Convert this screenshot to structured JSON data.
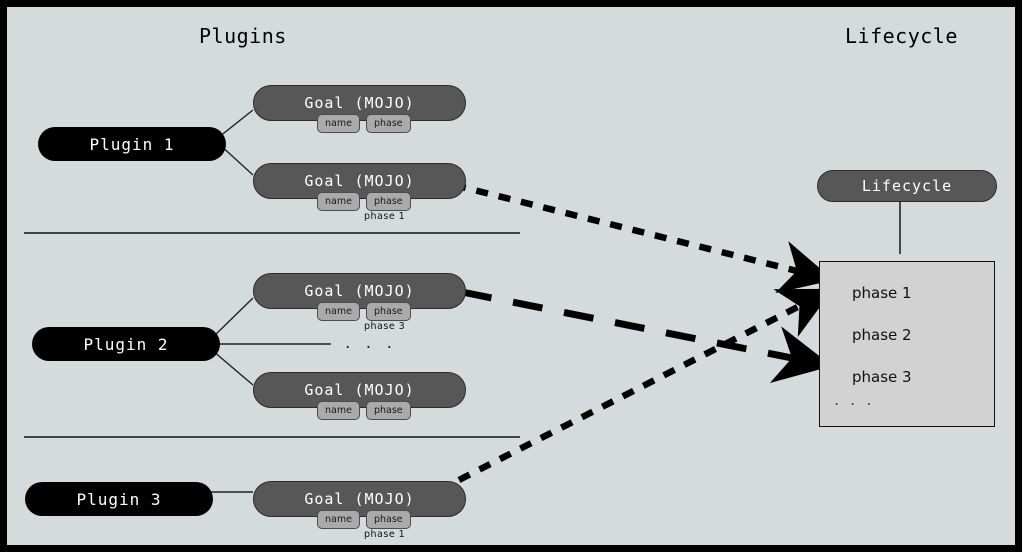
{
  "diagram": {
    "title_left": "Plugins",
    "title_right": "Lifecycle"
  },
  "plugins": [
    {
      "id": "plugin-1",
      "label": "Plugin 1"
    },
    {
      "id": "plugin-2",
      "label": "Plugin 2"
    },
    {
      "id": "plugin-3",
      "label": "Plugin 3"
    }
  ],
  "goals": [
    {
      "id": "goal-1",
      "label": "Goal (MOJO)",
      "badges": [
        "name",
        "phase"
      ],
      "phase_note": null,
      "owner": "Plugin 1",
      "binds_to": null
    },
    {
      "id": "goal-2",
      "label": "Goal (MOJO)",
      "badges": [
        "name",
        "phase"
      ],
      "phase_note": "phase 1",
      "owner": "Plugin 1",
      "binds_to": "phase 1"
    },
    {
      "id": "goal-3",
      "label": "Goal (MOJO)",
      "badges": [
        "name",
        "phase"
      ],
      "phase_note": "phase 3",
      "owner": "Plugin 2",
      "binds_to": "phase 3"
    },
    {
      "id": "goal-4",
      "label": "Goal (MOJO)",
      "badges": [
        "name",
        "phase"
      ],
      "phase_note": null,
      "owner": "Plugin 2",
      "binds_to": null
    },
    {
      "id": "goal-5",
      "label": "Goal (MOJO)",
      "badges": [
        "name",
        "phase"
      ],
      "phase_note": "phase 1",
      "owner": "Plugin 3",
      "binds_to": "phase 1"
    }
  ],
  "badge_labels": {
    "name": "name",
    "phase": "phase"
  },
  "plugin2_ellipsis": ". . .",
  "lifecycle": {
    "pill_label": "Lifecycle",
    "phases": [
      "phase 1",
      "phase 2",
      "phase 3"
    ],
    "more": ". . ."
  },
  "colors": {
    "background": "#d5dbdd",
    "frame_border": "#000000",
    "plugin_pill": "#000000",
    "goal_box": "#575757",
    "badge": "#aaaaaa",
    "lifecycle_box": "#d2d2d2",
    "connector": "#111111"
  }
}
